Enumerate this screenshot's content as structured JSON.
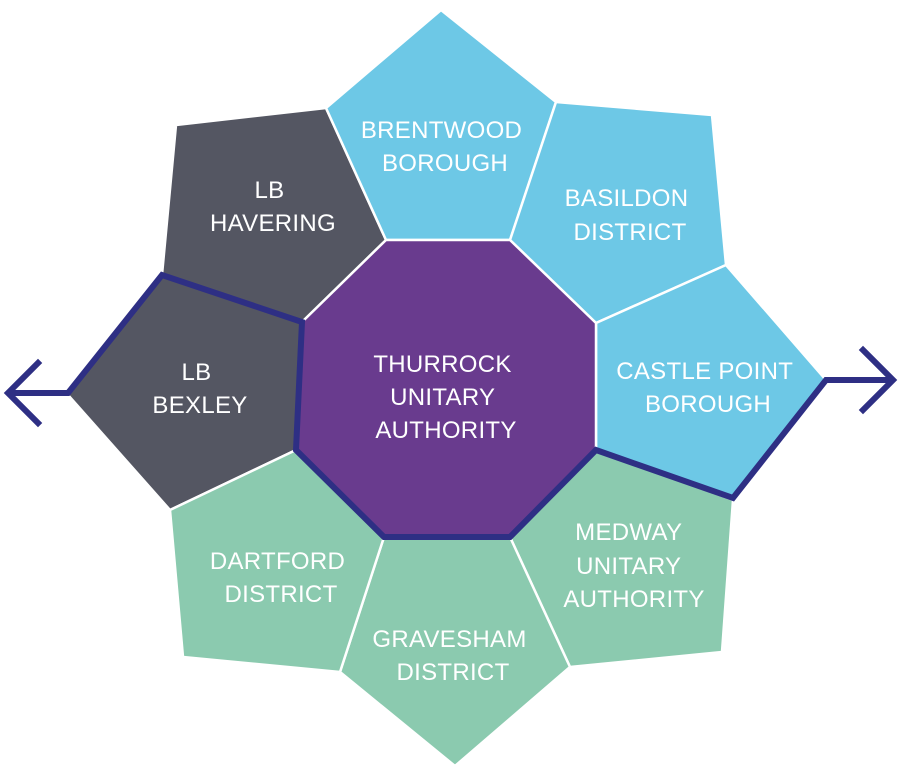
{
  "colors": {
    "dark": "#545662",
    "light_blue": "#6dc8e6",
    "green": "#8bcaaf",
    "purple": "#693b8e",
    "navy": "#2e2f84"
  },
  "center": {
    "lines": [
      "THURROCK",
      "UNITARY",
      "AUTHORITY"
    ]
  },
  "areas": [
    {
      "id": "brentwood",
      "color": "light_blue",
      "lines": [
        "BRENTWOOD",
        "BOROUGH"
      ]
    },
    {
      "id": "basildon",
      "color": "light_blue",
      "lines": [
        "BASILDON",
        "DISTRICT"
      ]
    },
    {
      "id": "castle-point",
      "color": "light_blue",
      "lines": [
        "CASTLE POINT",
        "BOROUGH"
      ]
    },
    {
      "id": "medway",
      "color": "green",
      "lines": [
        "MEDWAY",
        "UNITARY",
        "AUTHORITY"
      ]
    },
    {
      "id": "gravesham",
      "color": "green",
      "lines": [
        "GRAVESHAM",
        "DISTRICT"
      ]
    },
    {
      "id": "dartford",
      "color": "green",
      "lines": [
        "DARTFORD",
        "DISTRICT"
      ]
    },
    {
      "id": "bexley",
      "color": "dark",
      "lines": [
        "LB",
        "BEXLEY"
      ]
    },
    {
      "id": "havering",
      "color": "dark",
      "lines": [
        "LB",
        "HAVERING"
      ]
    }
  ],
  "arrows": {
    "left": "left-arrow-icon",
    "right": "right-arrow-icon"
  }
}
